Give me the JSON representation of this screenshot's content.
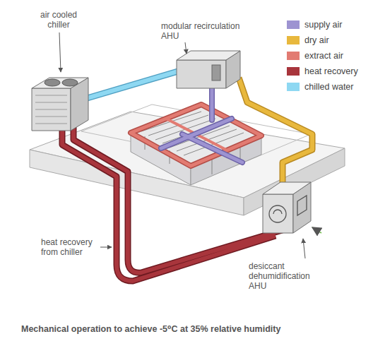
{
  "diagram": {
    "caption": "Mechanical operation to achieve -5⁰C at 35% relative humidity",
    "labels": [
      "air cooled chiller",
      "modular recirculation AHU",
      "heat recovery from chiller",
      "desiccant dehumidification AHU"
    ],
    "legend": [
      {
        "text": "supply air",
        "color": "#9d93d1"
      },
      {
        "text": "dry air",
        "color": "#e8b83d"
      },
      {
        "text": "extract air",
        "color": "#e27b72"
      },
      {
        "text": "heat recovery",
        "color": "#a8353c"
      },
      {
        "text": "chilled water",
        "color": "#8ed8f2"
      }
    ]
  }
}
